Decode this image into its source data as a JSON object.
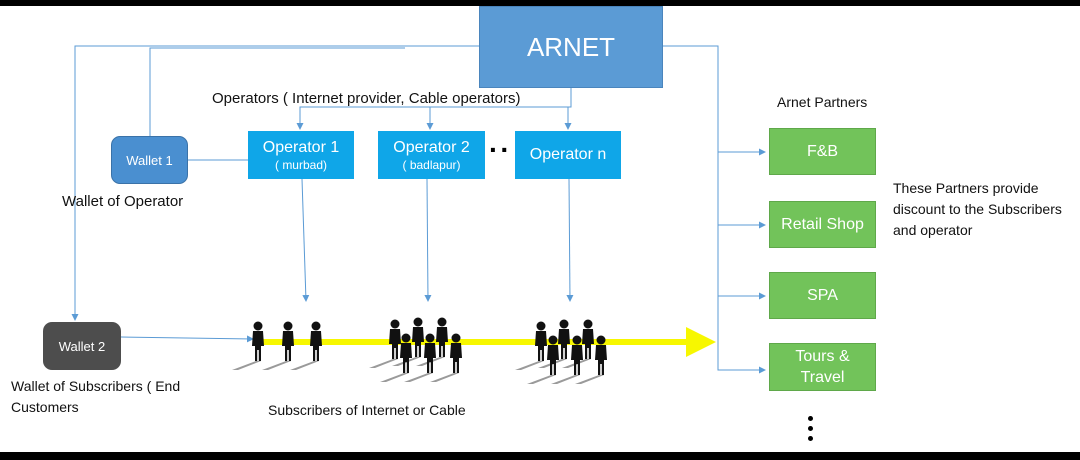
{
  "arnet": {
    "title": "ARNET"
  },
  "operators": {
    "heading": "Operators ( Internet provider, Cable operators)",
    "items": [
      {
        "name": "Operator 1",
        "location": "( murbad)"
      },
      {
        "name": "Operator 2",
        "location": "( badlapur)"
      },
      {
        "name": "Operator n"
      }
    ]
  },
  "wallets": [
    {
      "label": "Wallet 1",
      "caption": "Wallet of Operator"
    },
    {
      "label": "Wallet 2",
      "caption": "Wallet of Subscribers ( End Customers"
    }
  ],
  "subscribers": {
    "caption": "Subscribers of Internet or Cable"
  },
  "partners": {
    "heading": "Arnet Partners",
    "items": [
      "F&B",
      "Retail Shop",
      "SPA",
      "Tours & Travel"
    ],
    "note": "These Partners provide discount to the Subscribers and operator"
  },
  "colors": {
    "arnet": "#5b9bd5",
    "operator": "#0fa6e8",
    "wallet1": "#4a8fd0",
    "wallet2": "#4d4d4d",
    "partner": "#72c35a",
    "connector": "#5b9bd5",
    "band": "#f7f700"
  }
}
